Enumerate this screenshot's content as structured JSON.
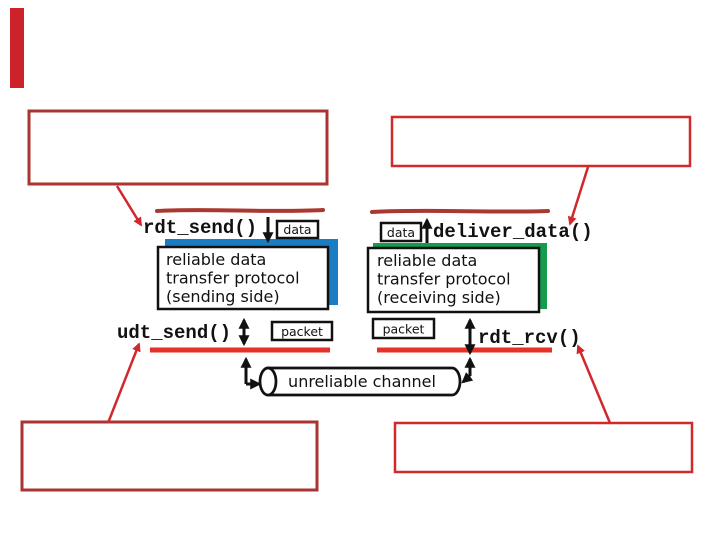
{
  "colors": {
    "sender_accent": "#1a7dc2",
    "receiver_accent": "#169a4d",
    "marker_red": "#e6302a",
    "marker_dark_red": "#a9392f",
    "callout_left_red": "#a93432",
    "callout_right_red": "#cf2b28",
    "annotation_arrow_red": "#d1282e",
    "accent_bar_red": "#cc2229",
    "arrow_black": "#111111"
  },
  "sender": {
    "call_label": "rdt_send()",
    "lower_call_label": "udt_send()",
    "data_label": "data",
    "packet_label": "packet",
    "box": {
      "line1": "reliable data",
      "line2": "transfer protocol",
      "line3": "(sending side)"
    }
  },
  "receiver": {
    "call_label": "deliver_data()",
    "lower_call_label": "rdt_rcv()",
    "data_label": "data",
    "packet_label": "packet",
    "box": {
      "line1": "reliable data",
      "line2": "transfer protocol",
      "line3": "(receiving side)"
    }
  },
  "channel": {
    "label": "unreliable channel"
  }
}
